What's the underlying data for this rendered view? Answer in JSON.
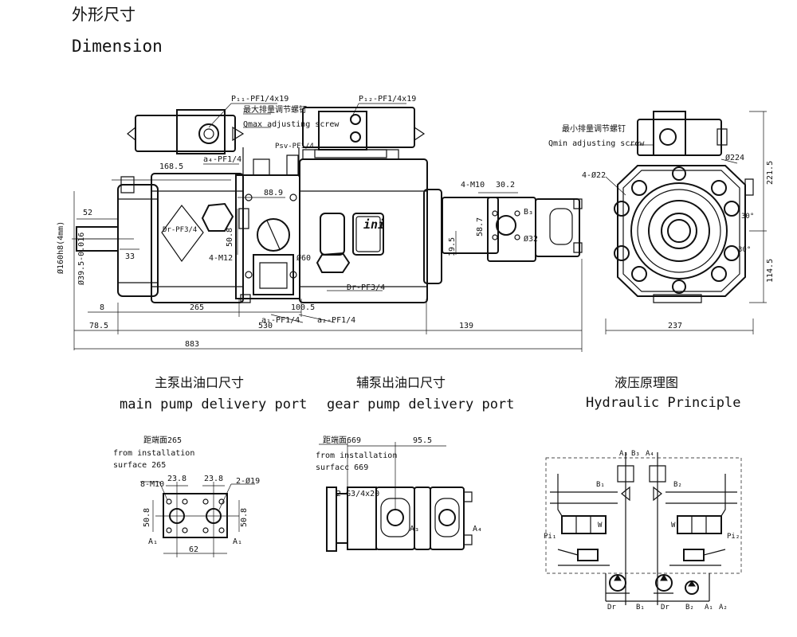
{
  "header": {
    "title_cn": "外形尺寸",
    "title_en": "Dimension"
  },
  "main_view": {
    "ports": {
      "p11": "P₁₁-PF1/4x19",
      "p12": "P₁₂-PF1/4x19",
      "qmax_cn": "最大排量调节螺钉",
      "qmax_en": "Qmax adjusting screw",
      "psv": "Psv-PF1/4",
      "a4": "a₄-PF1/4",
      "dr_left": "Dr-PF3/4",
      "dr_bottom": "Dr-PF3/4",
      "m12": "4-M12",
      "a1": "a₁-PF1/4",
      "a2": "a₂-PF1/4",
      "m10": "4-M10",
      "b3": "B₃",
      "phi32": "Ø32",
      "phi60": "Ø60"
    },
    "dims": {
      "d168": "168.5",
      "d52": "52",
      "d88": "88.9",
      "d50": "50.8",
      "d33": "33",
      "d8": "8",
      "d265": "265",
      "d100": "100.5",
      "d78": "78.5",
      "d530": "530",
      "d139": "139",
      "d883": "883",
      "d30": "30.2",
      "d58": "58.7",
      "d19": "19.5",
      "shaft": "Ø160h8(4mm)",
      "phi39": "Ø39.5-0.016"
    },
    "logo": "ini"
  },
  "side_view": {
    "qmin_cn": "最小排量调节螺钉",
    "qmin_en": "Qmin adjusting screw",
    "holes": "4-Ø22",
    "phi224": "Ø224",
    "d221": "221.5",
    "d114": "114.5",
    "ang30a": "30°",
    "ang30b": "30°",
    "d237": "237"
  },
  "main_port": {
    "title_cn": "主泵出油口尺寸",
    "title_en": "main pump delivery port",
    "dist_cn": "距端面265",
    "from1": "from installation",
    "from2": "surface 265",
    "bolts": "8-M10",
    "d23a": "23.8",
    "d23b": "23.8",
    "holes": "2-Ø19",
    "d50a": "50.8",
    "d50b": "50.8",
    "d62": "62",
    "a1": "A₁",
    "a2": "A₁"
  },
  "gear_port": {
    "title_cn": "辅泵出油口尺寸",
    "title_en": "gear pump delivery port",
    "dist_cn": "距端面669",
    "from1": "from installation",
    "from2": "surfacc 669",
    "d95": "95.5",
    "g": "2-G3/4x20",
    "a3": "A₃",
    "a4": "A₄"
  },
  "hydraulic": {
    "title_cn": "液压原理图",
    "title_en": "Hydraulic  Principle",
    "labels": [
      "A₃",
      "B₃",
      "A₄",
      "B₁",
      "B₂",
      "Pi₁",
      "Pi₂",
      "W",
      "W",
      "Dr",
      "B₁",
      "Dr",
      "B₂",
      "A₁",
      "A₂"
    ]
  }
}
